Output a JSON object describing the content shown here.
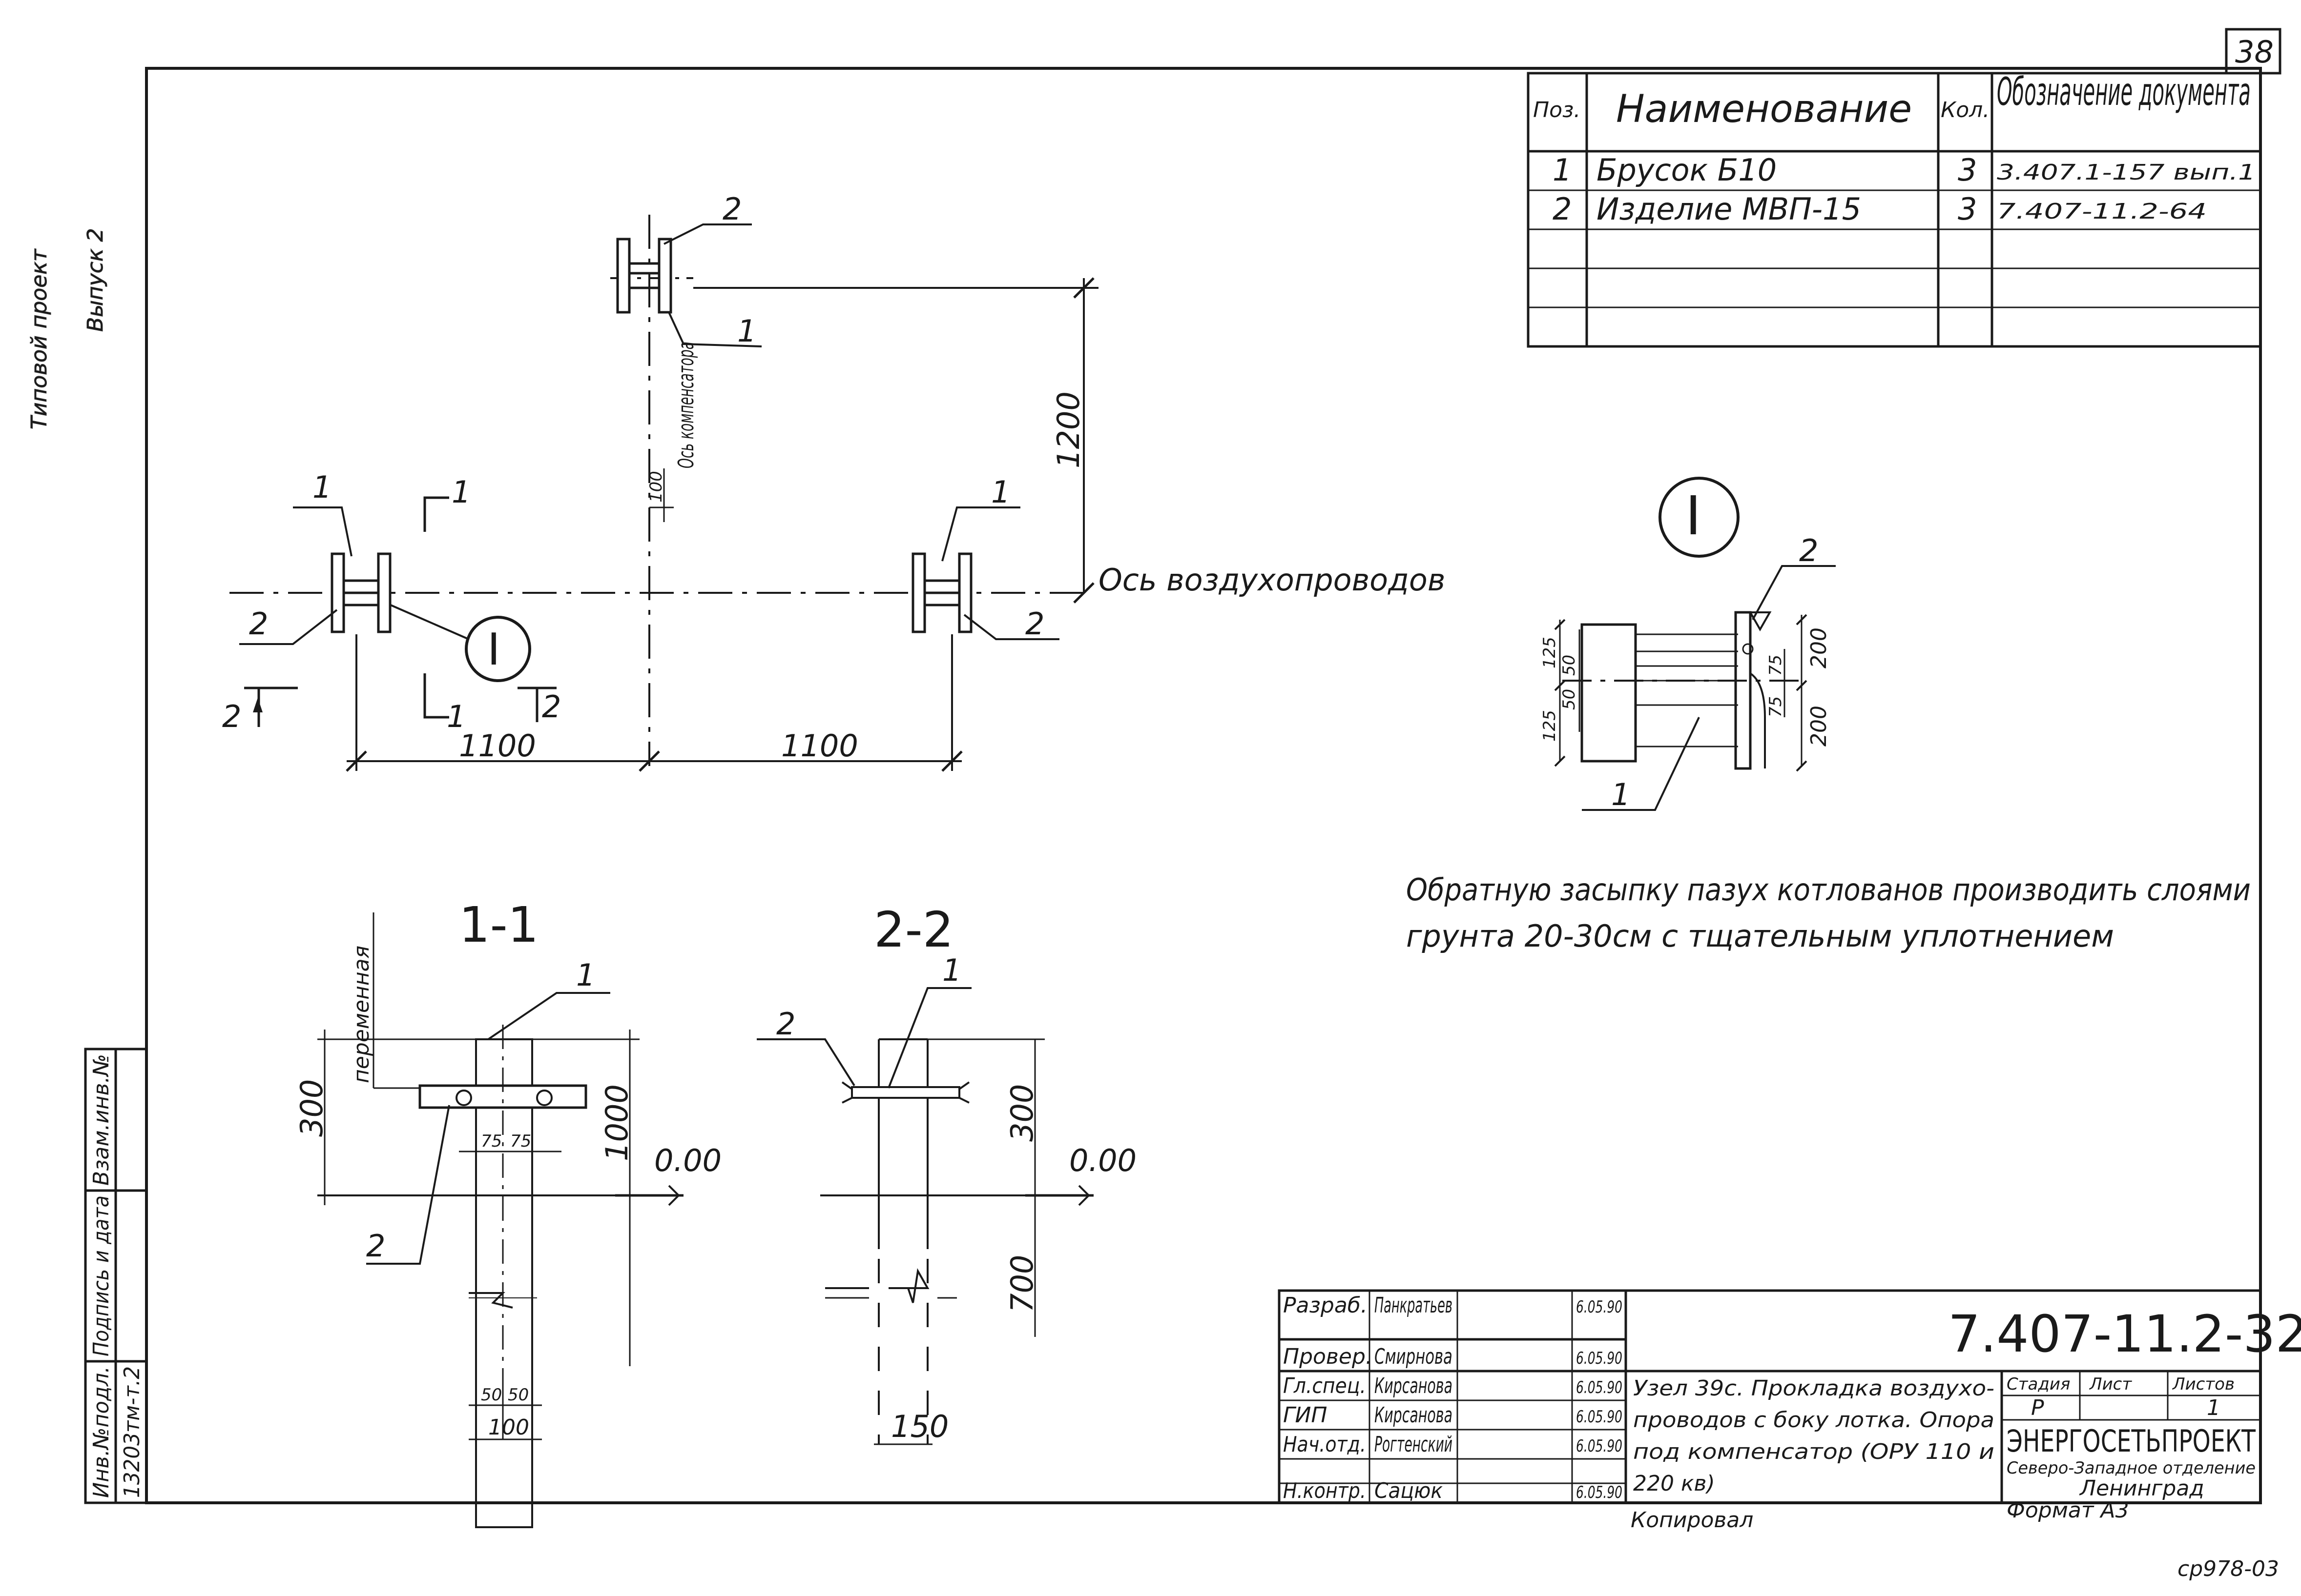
{
  "sheet_number": "38",
  "spec_table": {
    "headers": [
      "Поз.",
      "Наименование",
      "Кол.",
      "Обозначение документа"
    ],
    "rows": [
      {
        "pos": "1",
        "name": "Брусок Б10",
        "qty": "3",
        "doc": "3.407.1-157 вып.1"
      },
      {
        "pos": "2",
        "name": "Изделие МВП-15",
        "qty": "3",
        "doc": "7.407-11.2-64"
      },
      {
        "pos": "",
        "name": "",
        "qty": "",
        "doc": ""
      },
      {
        "pos": "",
        "name": "",
        "qty": "",
        "doc": ""
      },
      {
        "pos": "",
        "name": "",
        "qty": "",
        "doc": ""
      }
    ]
  },
  "plan": {
    "axis_ducts_label": "Ось воздухопроводов",
    "axis_compensator_label": "Ось компенсатора",
    "dim_1200": "1200",
    "dim_100": "100",
    "dim_1100_left": "1100",
    "dim_1100_right": "1100",
    "marks": [
      "1",
      "2",
      "1",
      "2",
      "1",
      "2"
    ],
    "section_1": "1",
    "section_2": "2",
    "node_mark": "I"
  },
  "node_detail": {
    "mark": "I",
    "pos_1": "1",
    "pos_2": "2",
    "dims": {
      "left_top": "125",
      "left_bottom": "125",
      "mid_50a": "50",
      "mid_50b": "50",
      "r75a": "75",
      "r75b": "75",
      "r200a": "200",
      "r200b": "200"
    }
  },
  "note": [
    "Обратную засыпку пазух котлованов производить слоями",
    "грунта 20-30см с тщательным уплотнением"
  ],
  "section_1_1": {
    "title": "1-1",
    "variable_label": "переменная",
    "pos_1": "1",
    "pos_2": "2",
    "dim_300": "300",
    "dim_1000": "1000",
    "dim_75a": "75",
    "dim_75b": "75",
    "dim_50a": "50",
    "dim_50b": "50",
    "dim_100": "100",
    "level": "0.00"
  },
  "section_2_2": {
    "title": "2-2",
    "pos_1": "1",
    "pos_2": "2",
    "dim_300": "300",
    "dim_700": "700",
    "dim_150": "150",
    "level": "0.00"
  },
  "side_stamp": {
    "col1": "Инв.№подл.",
    "col2": "Подпись и дата",
    "col3": "Взам.инв.№",
    "inv_number": "13203тм-т.2"
  },
  "title_block": {
    "doc_code": "7.407-11.2-32",
    "roles": [
      {
        "role": "Разраб.",
        "name": "Панкратьев",
        "date": "6.05.90"
      },
      {
        "role": "Провер.",
        "name": "Смирнова",
        "date": "6.05.90"
      },
      {
        "role": "Гл.спец.",
        "name": "Кирсанова",
        "date": "6.05.90"
      },
      {
        "role": "ГИП",
        "name": "Кирсанова",
        "date": "6.05.90"
      },
      {
        "role": "Нач.отд.",
        "name": "Рогтенский",
        "date": "6.05.90"
      },
      {
        "role": "Н.контр.",
        "name": "Сацюк",
        "date": "6.05.90"
      }
    ],
    "description": [
      "Узел 39с. Прокладка воздухо-",
      "проводов с боку лотка. Опора",
      "под компенсатор (ОРУ 110 и",
      "220 кв)"
    ],
    "stage_header": "Стадия",
    "sheet_header": "Лист",
    "sheets_header": "Листов",
    "stage": "Р",
    "sheets": "1",
    "org_name": "ЭНЕРГОСЕТЬПРОЕКТ",
    "org_branch": "Северо-Западное отделение",
    "org_city": "Ленинград"
  },
  "footer": {
    "copied": "Копировал",
    "format": "Формат А3",
    "archive": "ср978-03"
  },
  "margin_text": [
    "Типовой проект",
    "Выпуск 2"
  ]
}
